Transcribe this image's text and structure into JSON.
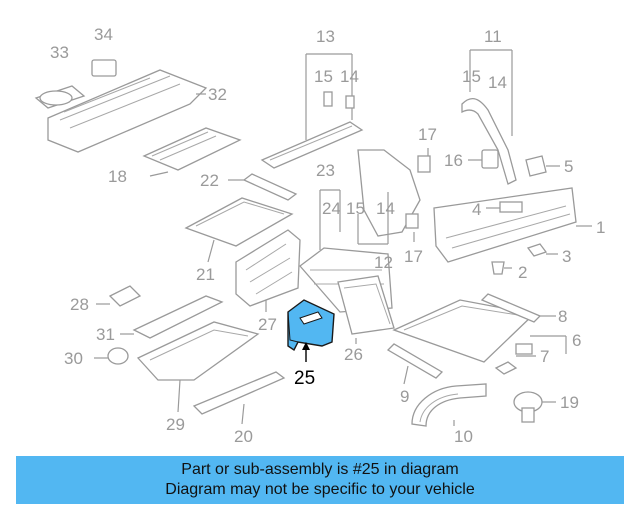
{
  "colors": {
    "highlight": "#52b7f2",
    "line": "#9a9a9a",
    "banner": "#52b7f2"
  },
  "callouts": {
    "c1": "1",
    "c2": "2",
    "c3": "3",
    "c4": "4",
    "c5": "5",
    "c6": "6",
    "c7": "7",
    "c8": "8",
    "c9": "9",
    "c10": "10",
    "c11": "11",
    "c12": "12",
    "c13": "13",
    "c14a": "14",
    "c14b": "14",
    "c14c": "14",
    "c15a": "15",
    "c15b": "15",
    "c15c": "15",
    "c16": "16",
    "c17a": "17",
    "c17b": "17",
    "c18": "18",
    "c19": "19",
    "c20": "20",
    "c21": "21",
    "c22": "22",
    "c23": "23",
    "c24": "24",
    "c25": "25",
    "c26": "26",
    "c27": "27",
    "c28": "28",
    "c29": "29",
    "c30": "30",
    "c31": "31",
    "c32": "32",
    "c33": "33",
    "c34": "34"
  },
  "footer": {
    "line1": "Part or sub-assembly is #25 in diagram",
    "line2": "Diagram may not be specific to your vehicle"
  }
}
